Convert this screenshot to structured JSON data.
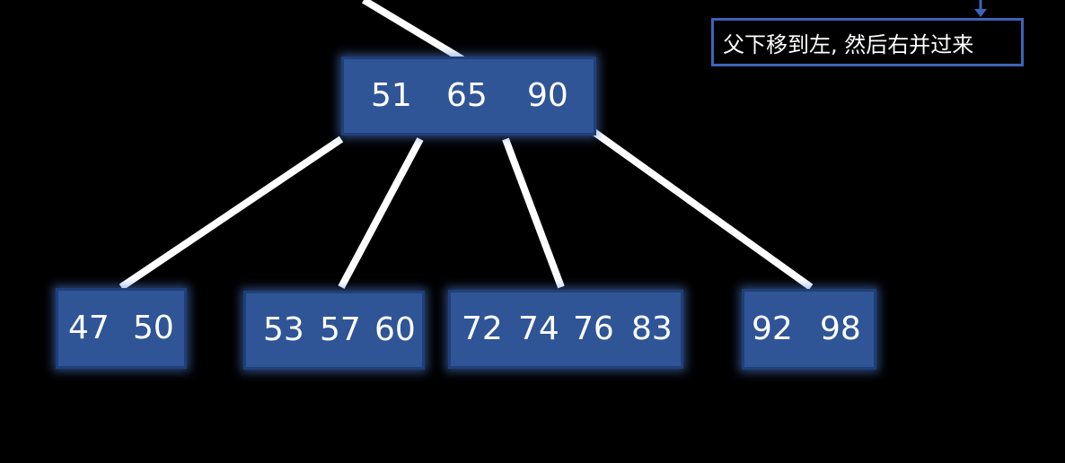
{
  "diagram": {
    "root": {
      "keys": [
        "51",
        "65",
        "90"
      ]
    },
    "children": [
      {
        "keys": [
          "47",
          "50"
        ]
      },
      {
        "keys": [
          "53",
          "57",
          "60"
        ]
      },
      {
        "keys": [
          "72",
          "74",
          "76",
          "83"
        ]
      },
      {
        "keys": [
          "92",
          "98"
        ]
      }
    ],
    "annotation": "父下移到左, 然后右并过来"
  },
  "colors": {
    "background": "#000000",
    "node_fill": "#2f5597",
    "node_border": "#1f3f78",
    "node_glow": "#507dd7",
    "edge": "#ffffff",
    "callout_border": "#3d63b8",
    "text": "#ffffff"
  }
}
